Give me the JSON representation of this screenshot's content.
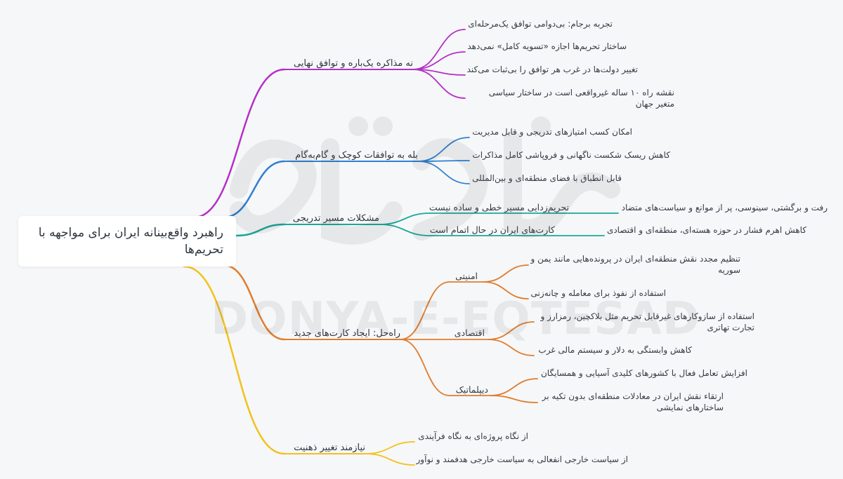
{
  "root": {
    "label": "راهبرد واقع‌بینانه ایران برای مواجهه با تحریم‌ها"
  },
  "watermark": {
    "latin": "DONYA-E-EQTESAD",
    "persian": "دنیای اقتصاد"
  },
  "colors": {
    "purple": "#b52fc8",
    "blue": "#2f80d1",
    "teal": "#1aa89a",
    "orange": "#e07d2e",
    "yellow": "#f2c21b"
  },
  "branches": [
    {
      "id": "b1",
      "label": "نه مذاکره یک‌باره و توافق نهایی",
      "color": "purple",
      "children": [
        "تجربه برجام: بی‌دوامی توافق یک‌مرحله‌ای",
        "ساختار تحریم‌ها اجازه «تسویه کامل» نمی‌دهد",
        "تغییر دولت‌ها در غرب هر توافق را بی‌ثبات می‌کند",
        "نقشه راه ۱۰ ساله غیرواقعی است در ساختار سیاسی متغیر جهان"
      ]
    },
    {
      "id": "b2",
      "label": "بله به توافقات کوچک و گام‌به‌گام",
      "color": "blue",
      "children": [
        "امکان کسب امتیازهای تدریجی و قابل مدیریت",
        "کاهش ریسک شکست ناگهانی و فروپاشی کامل مذاکرات",
        "قابل انطباق با فضای منطقه‌ای و بین‌المللی"
      ]
    },
    {
      "id": "b3",
      "label": "مشکلات مسیر تدریجی",
      "color": "teal",
      "children": [
        {
          "label": "تحریم‌زدایی مسیر خطی و ساده نیست",
          "children": [
            "رفت و برگشتی، سینوسی، پر از موانع و سیاست‌های متضاد"
          ]
        },
        {
          "label": "کارت‌های ایران در حال اتمام است",
          "children": [
            "کاهش اهرم فشار در حوزه هسته‌ای، منطقه‌ای و اقتصادی"
          ]
        }
      ]
    },
    {
      "id": "b4",
      "label": "راه‌حل: ایجاد کارت‌های جدید",
      "color": "orange",
      "children": [
        {
          "label": "امنیتی",
          "children": [
            "تنظیم مجدد نقش منطقه‌ای ایران در پرونده‌هایی مانند یمن و سوریه",
            "استفاده از نفوذ برای معامله و چانه‌زنی"
          ]
        },
        {
          "label": "اقتصادی",
          "children": [
            "استفاده از سازوکارهای غیرقابل تحریم مثل بلاکچین، رمزارز و تجارت تهاتری",
            "کاهش وابستگی به دلار و سیستم مالی غرب"
          ]
        },
        {
          "label": "دیپلماتیک",
          "children": [
            "افزایش تعامل فعال با کشورهای کلیدی آسیایی و همسایگان",
            "ارتقاء نقش ایران در معادلات منطقه‌ای بدون تکیه بر ساختارهای نمایشی"
          ]
        }
      ]
    },
    {
      "id": "b5",
      "label": "نیازمند تغییر ذهنیت",
      "color": "yellow",
      "children": [
        "از نگاه پروژه‌ای به نگاه فرآیندی",
        "از سیاست خارجی انفعالی به سیاست خارجی هدفمند و نوآور"
      ]
    }
  ]
}
